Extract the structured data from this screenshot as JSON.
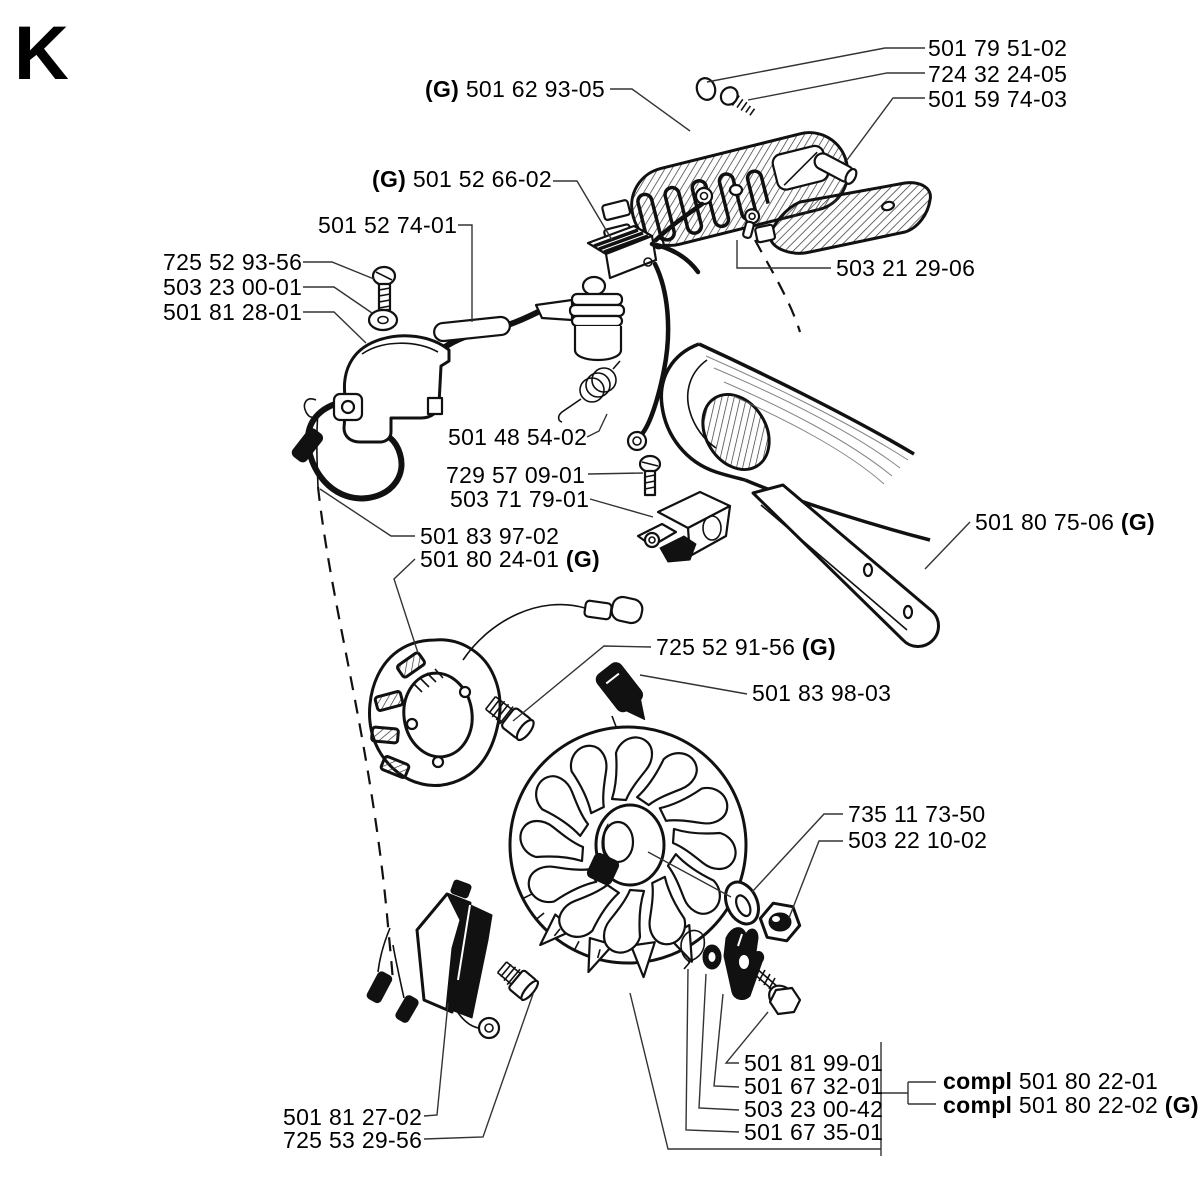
{
  "page": {
    "section_letter": "K",
    "colors": {
      "ink": "#111111",
      "background": "#ffffff"
    }
  },
  "labels": [
    {
      "prefix": "",
      "text": "501 79 51-02",
      "suffix": ""
    },
    {
      "prefix": "",
      "text": "724 32 24-05",
      "suffix": ""
    },
    {
      "prefix": "",
      "text": "501 59 74-03",
      "suffix": ""
    },
    {
      "prefix": "(G) ",
      "text": "501 62 93-05",
      "suffix": ""
    },
    {
      "prefix": "(G) ",
      "text": "501 52 66-02",
      "suffix": ""
    },
    {
      "prefix": "",
      "text": "501 52 74-01",
      "suffix": ""
    },
    {
      "prefix": "",
      "text": "725 52 93-56",
      "suffix": ""
    },
    {
      "prefix": "",
      "text": "503 23 00-01",
      "suffix": ""
    },
    {
      "prefix": "",
      "text": "501 81 28-01",
      "suffix": ""
    },
    {
      "prefix": "",
      "text": "503 21 29-06",
      "suffix": ""
    },
    {
      "prefix": "",
      "text": "501 48 54-02",
      "suffix": ""
    },
    {
      "prefix": "",
      "text": "729 57 09-01",
      "suffix": ""
    },
    {
      "prefix": "",
      "text": "503 71 79-01",
      "suffix": ""
    },
    {
      "prefix": "",
      "text": "501 83 97-02",
      "suffix": ""
    },
    {
      "prefix": "",
      "text": "501 80 24-01",
      "suffix": " (G)"
    },
    {
      "prefix": "",
      "text": "501 80 75-06",
      "suffix": " (G)"
    },
    {
      "prefix": "",
      "text": "725 52 91-56",
      "suffix": " (G)"
    },
    {
      "prefix": "",
      "text": "501 83 98-03",
      "suffix": ""
    },
    {
      "prefix": "",
      "text": "735 11 73-50",
      "suffix": ""
    },
    {
      "prefix": "",
      "text": "503 22 10-02",
      "suffix": ""
    },
    {
      "prefix": "",
      "text": "501 81 99-01",
      "suffix": ""
    },
    {
      "prefix": "",
      "text": "501 67 32-01",
      "suffix": ""
    },
    {
      "prefix": "",
      "text": "503 23 00-42",
      "suffix": ""
    },
    {
      "prefix": "",
      "text": "501 67 35-01",
      "suffix": ""
    },
    {
      "prefix": "compl ",
      "text": "501 80 22-01",
      "suffix": ""
    },
    {
      "prefix": "compl ",
      "text": "501 80 22-02",
      "suffix": " (G)"
    }
  ],
  "labels2": [
    {
      "prefix": "",
      "text": "501 81 27-02",
      "suffix": ""
    },
    {
      "prefix": "",
      "text": "725 53 29-56",
      "suffix": ""
    }
  ]
}
